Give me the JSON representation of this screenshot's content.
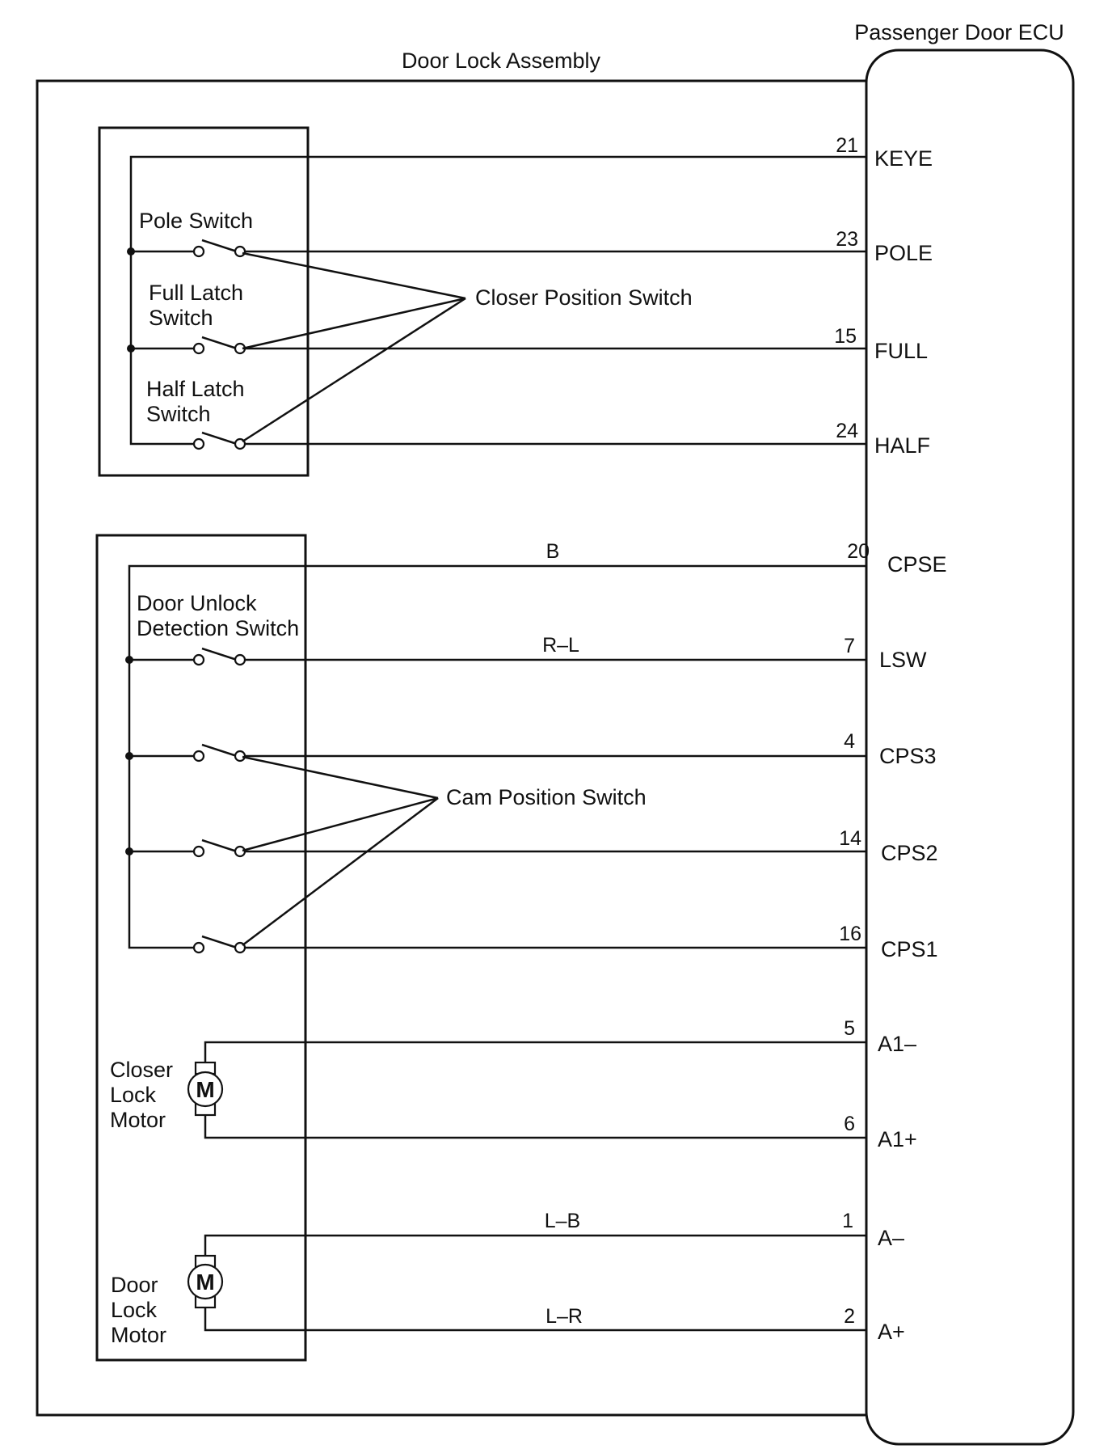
{
  "labels": {
    "ecu": "Passenger Door ECU",
    "assembly": "Door Lock Assembly",
    "pole_switch": "Pole Switch",
    "full_latch_switch": [
      "Full Latch",
      "Switch"
    ],
    "half_latch_switch": [
      "Half Latch",
      "Switch"
    ],
    "closer_position_switch": "Closer Position Switch",
    "door_unlock_detection_switch": [
      "Door Unlock",
      "Detection Switch"
    ],
    "cam_position_switch": "Cam Position Switch",
    "closer_lock_motor": [
      "Closer",
      "Lock",
      "Motor"
    ],
    "door_lock_motor": [
      "Door",
      "Lock",
      "Motor"
    ],
    "motor_symbol": "M"
  },
  "connections": [
    {
      "pin": "21",
      "signal": "KEYE",
      "wire_color": ""
    },
    {
      "pin": "23",
      "signal": "POLE",
      "wire_color": ""
    },
    {
      "pin": "15",
      "signal": "FULL",
      "wire_color": ""
    },
    {
      "pin": "24",
      "signal": "HALF",
      "wire_color": ""
    },
    {
      "pin": "20",
      "signal": "CPSE",
      "wire_color": "B"
    },
    {
      "pin": "7",
      "signal": "LSW",
      "wire_color": "R–L"
    },
    {
      "pin": "4",
      "signal": "CPS3",
      "wire_color": ""
    },
    {
      "pin": "14",
      "signal": "CPS2",
      "wire_color": ""
    },
    {
      "pin": "16",
      "signal": "CPS1",
      "wire_color": ""
    },
    {
      "pin": "5",
      "signal": "A1–",
      "wire_color": ""
    },
    {
      "pin": "6",
      "signal": "A1+",
      "wire_color": ""
    },
    {
      "pin": "1",
      "signal": "A–",
      "wire_color": "L–B"
    },
    {
      "pin": "2",
      "signal": "A+",
      "wire_color": "L–R"
    }
  ]
}
